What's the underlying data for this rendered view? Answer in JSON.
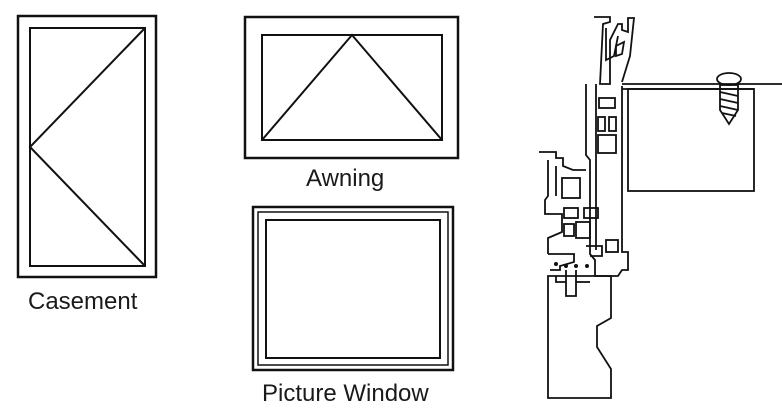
{
  "labels": {
    "casement": "Casement",
    "awning": "Awning",
    "picture": "Picture Window"
  }
}
